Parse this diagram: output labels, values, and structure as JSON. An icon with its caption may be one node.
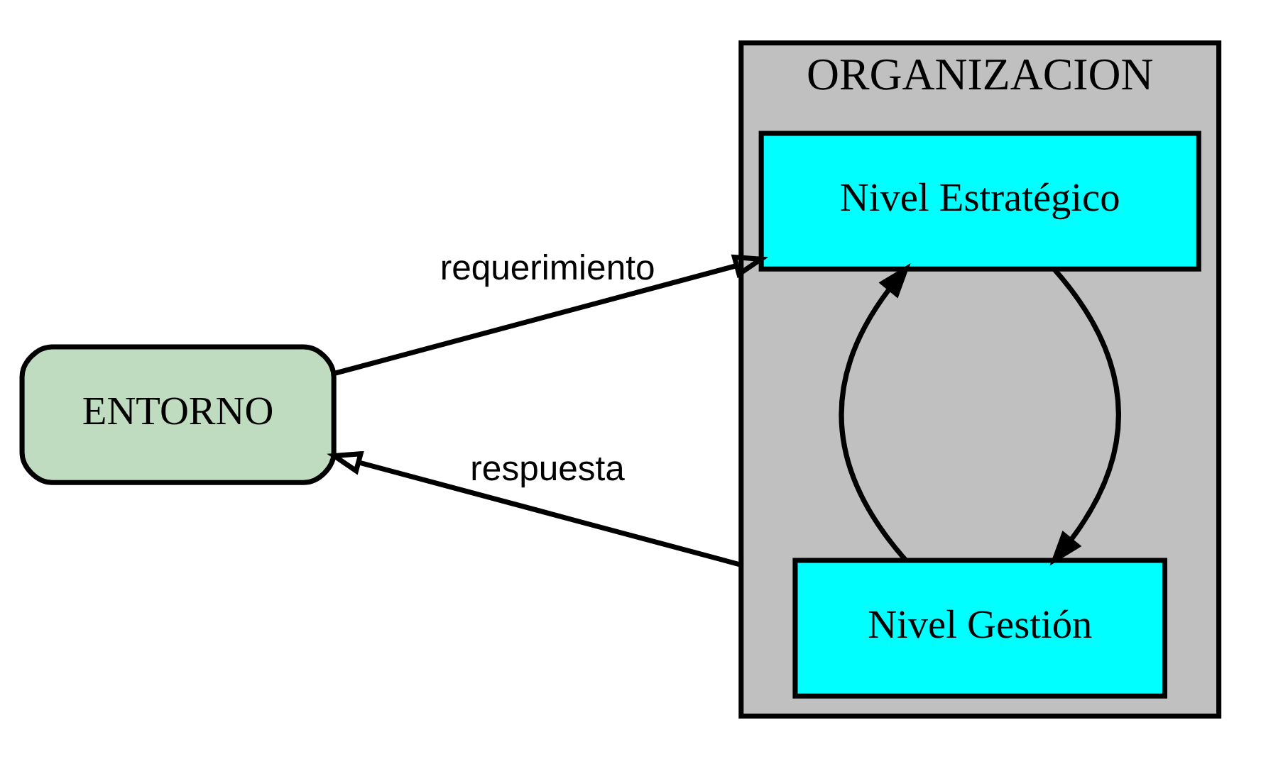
{
  "diagram": {
    "nodes": [
      {
        "text": [
          "ENTORNO"
        ]
      },
      {
        "text": [
          "ORGANIZACION"
        ]
      },
      {
        "text": [
          "Nivel Estratégico"
        ],
        "in": 1
      },
      {
        "text": [
          "Nivel Gestión"
        ],
        "in": 1
      }
    ],
    "edges": [
      {
        "from": 0,
        "to": 2,
        "arrow": "to",
        "label": "requerimiento"
      },
      {
        "from": 1,
        "to": 0,
        "arrow": "to",
        "label": "respuesta"
      },
      {
        "from": 2,
        "to": 3,
        "arrow": "to"
      },
      {
        "from": 3,
        "to": 2,
        "arrow": "to"
      }
    ]
  }
}
